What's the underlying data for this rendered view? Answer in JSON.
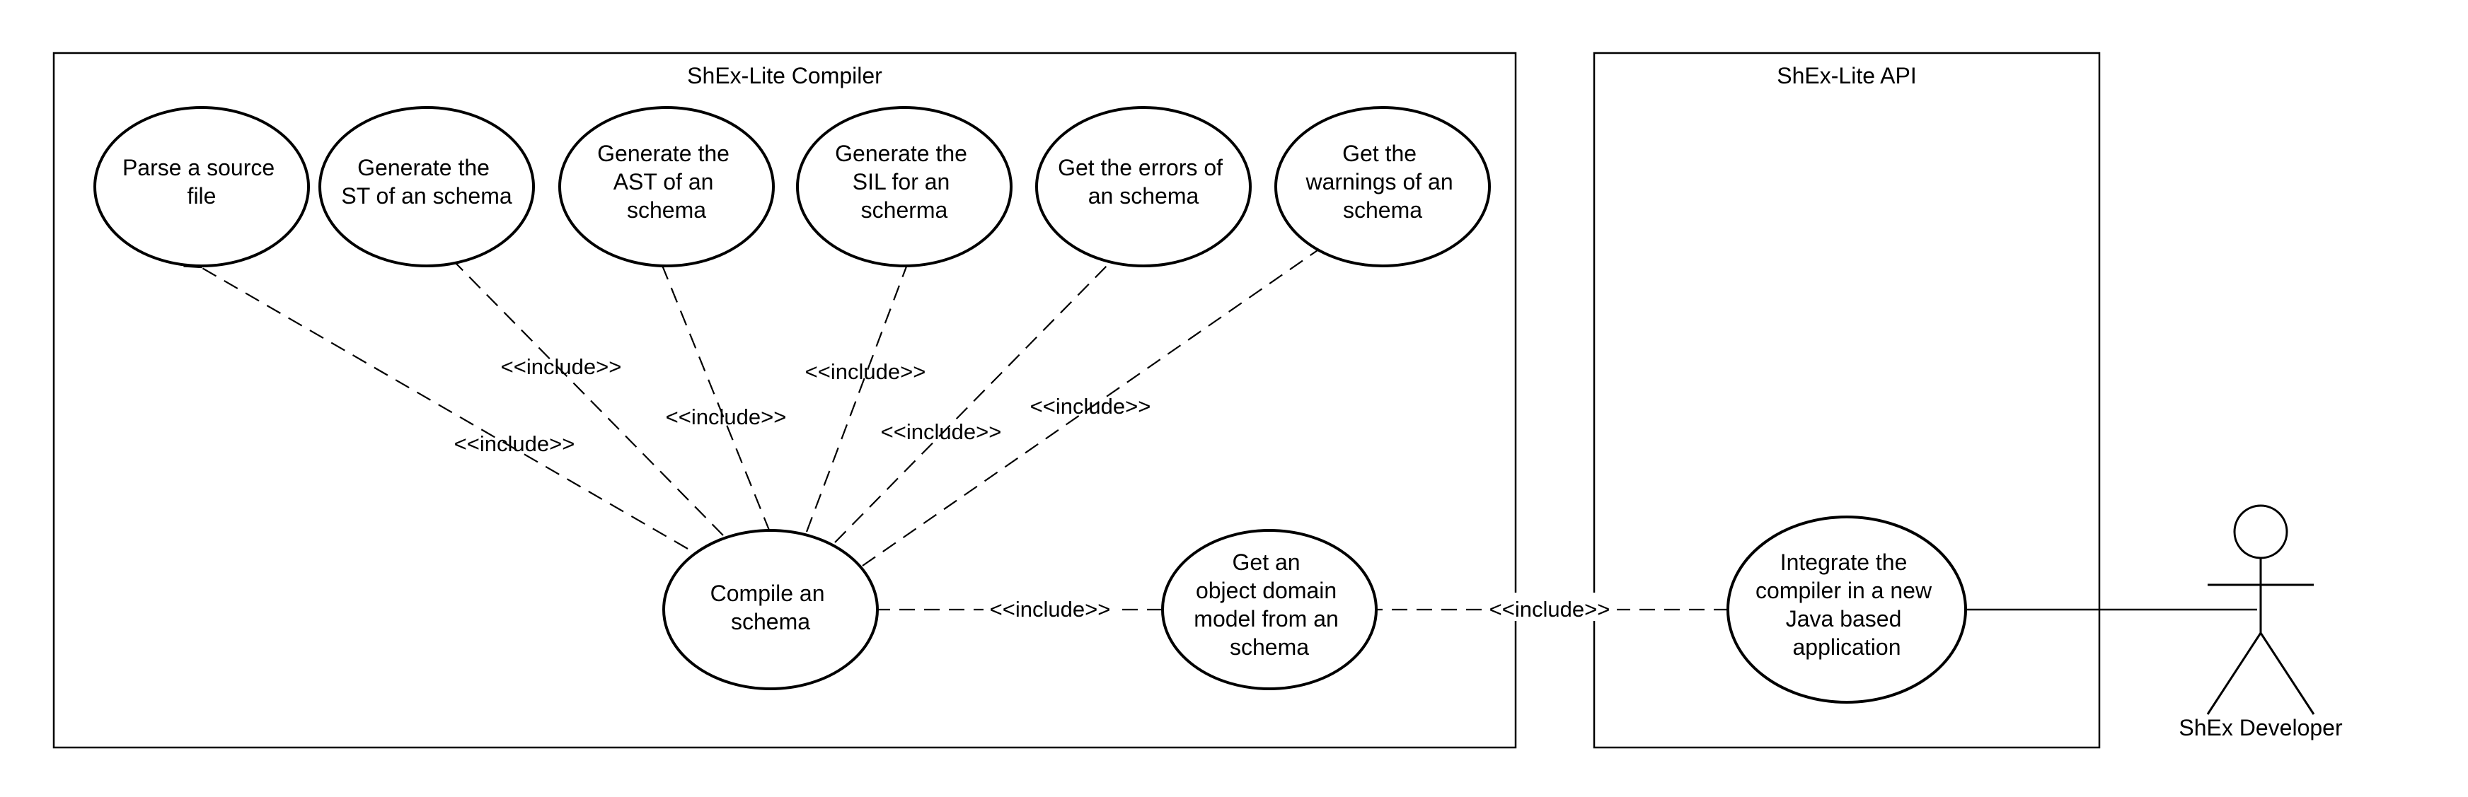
{
  "boundaries": {
    "compiler": "ShEx-Lite Compiler",
    "api": "ShEx-Lite API"
  },
  "use_cases": {
    "parse": [
      "Parse a source",
      "file"
    ],
    "gen_st": [
      "Generate the",
      "ST of an schema"
    ],
    "gen_ast": [
      "Generate the",
      "AST of an",
      "schema"
    ],
    "gen_sil": [
      "Generate the",
      "SIL for an",
      "scherma"
    ],
    "errors": [
      "Get the errors of",
      "an schema"
    ],
    "warnings": [
      "Get the",
      "warnings of an",
      "schema"
    ],
    "compile": [
      "Compile an",
      "schema"
    ],
    "domain_model": [
      "Get an",
      "object domain",
      "model from an",
      "schema"
    ],
    "integrate": [
      "Integrate the",
      "compiler in a new",
      "Java based",
      "application"
    ]
  },
  "include_label": "<<include>>",
  "actor": {
    "name": "ShEx Developer"
  }
}
